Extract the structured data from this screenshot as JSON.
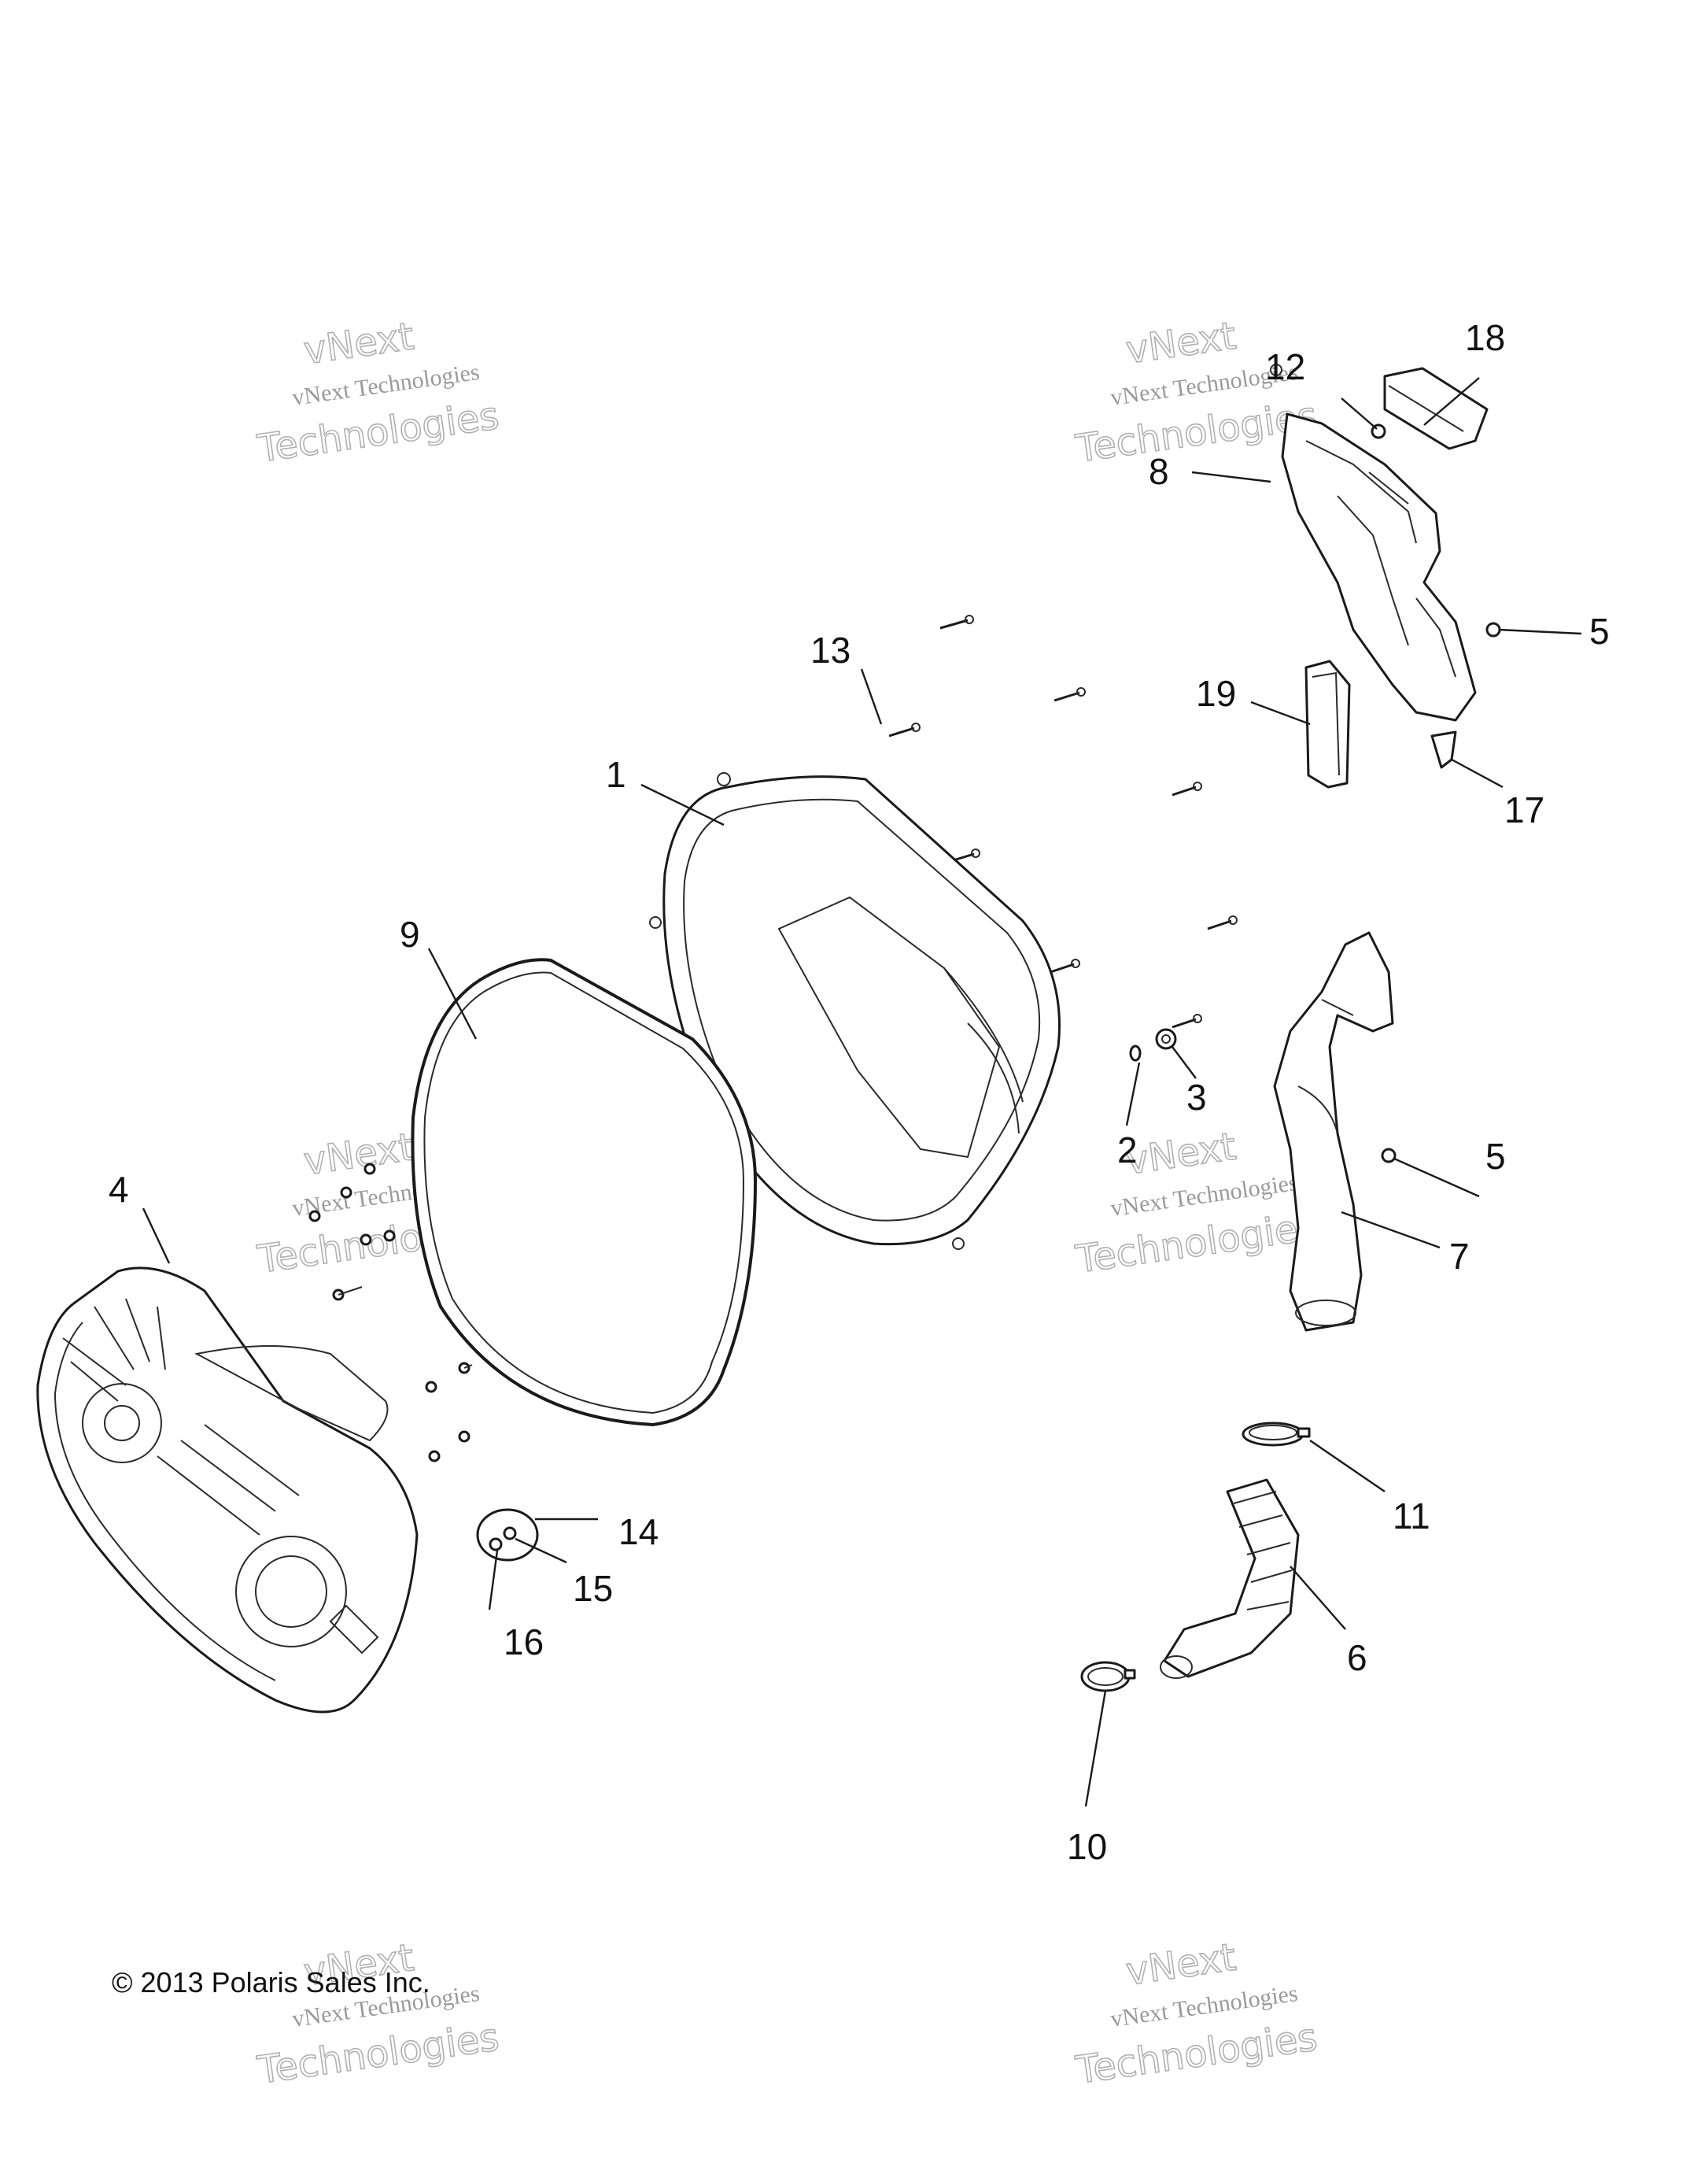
{
  "callouts": {
    "c1": "1",
    "c2": "2",
    "c3": "3",
    "c4": "4",
    "c5a": "5",
    "c5b": "5",
    "c6": "6",
    "c7": "7",
    "c8": "8",
    "c9": "9",
    "c10": "10",
    "c11": "11",
    "c12": "12",
    "c13": "13",
    "c14": "14",
    "c15": "15",
    "c16": "16",
    "c17": "17",
    "c18": "18",
    "c19": "19"
  },
  "watermark": {
    "line1": "vNext Technologies",
    "line2": "vNext",
    "line3": "Technologies"
  },
  "copyright": "© 2013 Polaris Sales Inc."
}
